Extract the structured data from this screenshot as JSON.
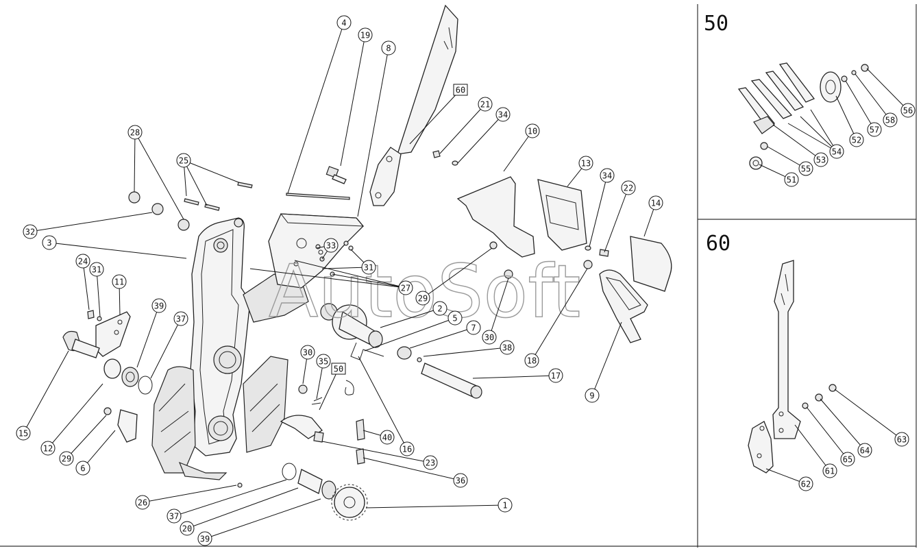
{
  "watermark": "AutoSoft",
  "panels": [
    {
      "id": "50",
      "title": "50"
    },
    {
      "id": "60",
      "title": "60"
    }
  ],
  "callouts": [
    {
      "label": "4",
      "boxed": false
    },
    {
      "label": "19",
      "boxed": false
    },
    {
      "label": "8",
      "boxed": false
    },
    {
      "label": "60",
      "boxed": true
    },
    {
      "label": "21",
      "boxed": false
    },
    {
      "label": "34",
      "boxed": false
    },
    {
      "label": "10",
      "boxed": false
    },
    {
      "label": "13",
      "boxed": false
    },
    {
      "label": "34",
      "boxed": false
    },
    {
      "label": "22",
      "boxed": false
    },
    {
      "label": "14",
      "boxed": false
    },
    {
      "label": "28",
      "boxed": false
    },
    {
      "label": "25",
      "boxed": false
    },
    {
      "label": "32",
      "boxed": false
    },
    {
      "label": "3",
      "boxed": false
    },
    {
      "label": "33",
      "boxed": false
    },
    {
      "label": "31",
      "boxed": false
    },
    {
      "label": "27",
      "boxed": false
    },
    {
      "label": "24",
      "boxed": false
    },
    {
      "label": "31",
      "boxed": false
    },
    {
      "label": "11",
      "boxed": false
    },
    {
      "label": "39",
      "boxed": false
    },
    {
      "label": "37",
      "boxed": false
    },
    {
      "label": "29",
      "boxed": false
    },
    {
      "label": "2",
      "boxed": false
    },
    {
      "label": "5",
      "boxed": false
    },
    {
      "label": "30",
      "boxed": false
    },
    {
      "label": "18",
      "boxed": false
    },
    {
      "label": "7",
      "boxed": false
    },
    {
      "label": "38",
      "boxed": false
    },
    {
      "label": "17",
      "boxed": false
    },
    {
      "label": "9",
      "boxed": false
    },
    {
      "label": "15",
      "boxed": false
    },
    {
      "label": "12",
      "boxed": false
    },
    {
      "label": "29",
      "boxed": false
    },
    {
      "label": "6",
      "boxed": false
    },
    {
      "label": "30",
      "boxed": false
    },
    {
      "label": "35",
      "boxed": false
    },
    {
      "label": "50",
      "boxed": true
    },
    {
      "label": "40",
      "boxed": false
    },
    {
      "label": "16",
      "boxed": false
    },
    {
      "label": "23",
      "boxed": false
    },
    {
      "label": "36",
      "boxed": false
    },
    {
      "label": "26",
      "boxed": false
    },
    {
      "label": "37",
      "boxed": false
    },
    {
      "label": "20",
      "boxed": false
    },
    {
      "label": "39",
      "boxed": false
    },
    {
      "label": "1",
      "boxed": false
    },
    {
      "label": "54",
      "boxed": false
    },
    {
      "label": "52",
      "boxed": false
    },
    {
      "label": "57",
      "boxed": false
    },
    {
      "label": "58",
      "boxed": false
    },
    {
      "label": "56",
      "boxed": false
    },
    {
      "label": "53",
      "boxed": false
    },
    {
      "label": "55",
      "boxed": false
    },
    {
      "label": "51",
      "boxed": false
    },
    {
      "label": "63",
      "boxed": false
    },
    {
      "label": "64",
      "boxed": false
    },
    {
      "label": "65",
      "boxed": false
    },
    {
      "label": "61",
      "boxed": false
    },
    {
      "label": "62",
      "boxed": false
    }
  ]
}
